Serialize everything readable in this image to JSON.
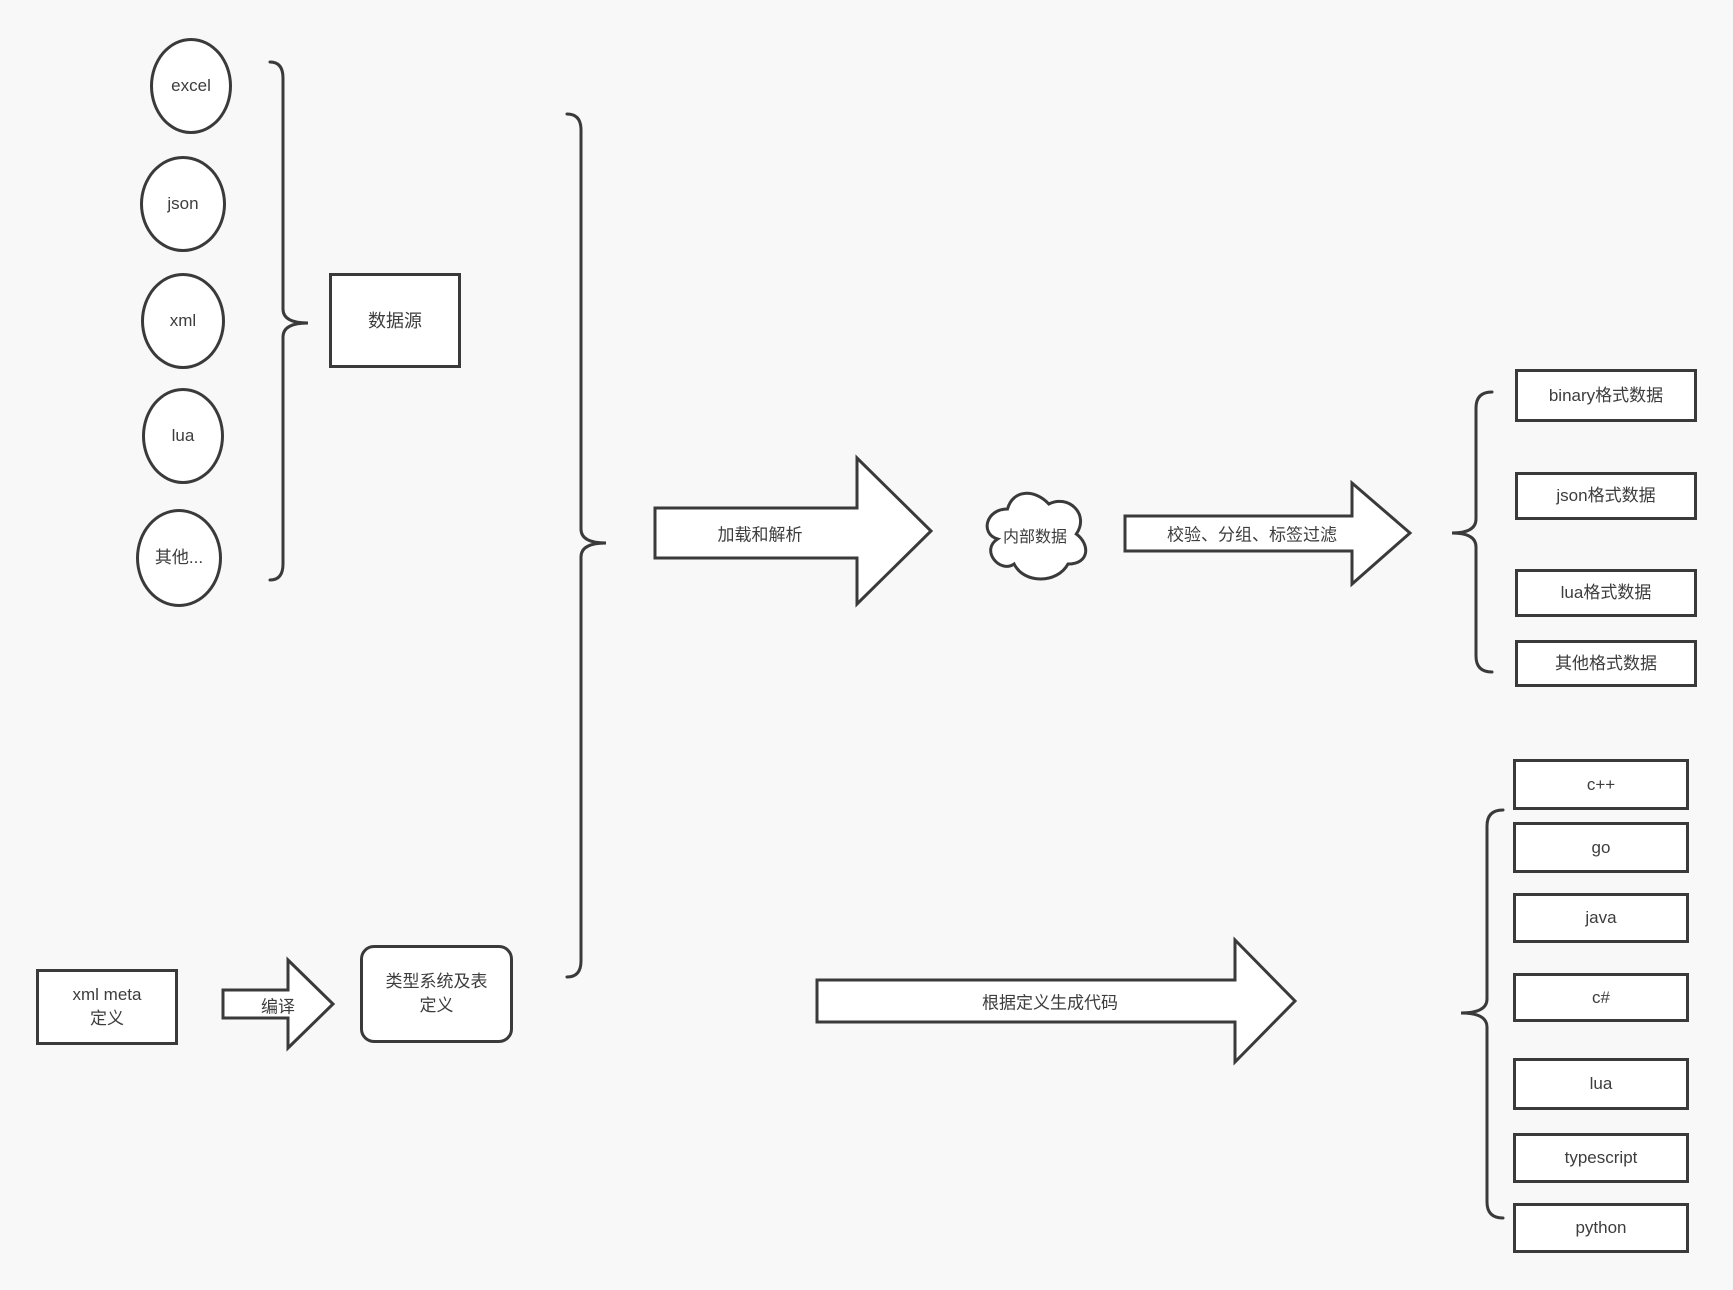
{
  "sources": {
    "nodes": [
      "excel",
      "json",
      "xml",
      "lua",
      "其他..."
    ],
    "group_label": "数据源"
  },
  "pipeline": {
    "load_parse": "加载和解析",
    "internal_data": "内部数据",
    "filter": "校验、分组、标签过滤",
    "compile": "编译",
    "codegen": "根据定义生成代码"
  },
  "definitions": {
    "xml_meta": "xml meta定义",
    "type_system": "类型系统及表定义"
  },
  "formats": [
    "binary格式数据",
    "json格式数据",
    "lua格式数据",
    "其他格式数据"
  ],
  "languages": [
    "c++",
    "go",
    "java",
    "c#",
    "lua",
    "typescript",
    "python"
  ],
  "colors": {
    "background": "#f8f8f8",
    "stroke": "#3a3a3a",
    "shape_fill": "#ffffff",
    "text": "#3d3d3d"
  }
}
